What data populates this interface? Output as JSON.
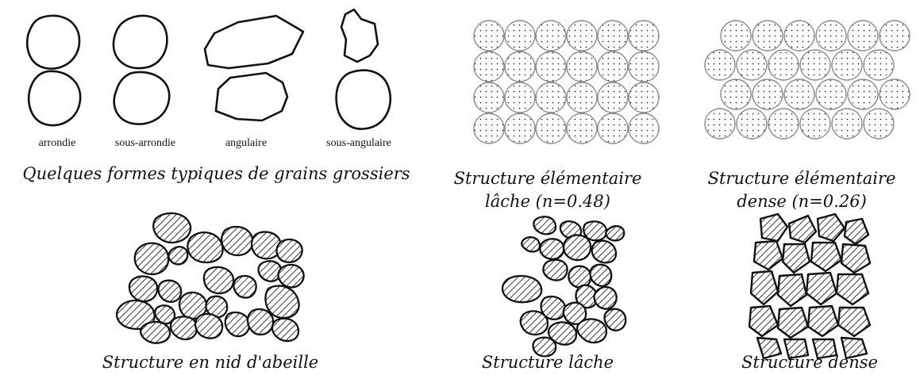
{
  "shape_labels": [
    "arrondie",
    "sous-arrondie",
    "angulaire",
    "sous-angulaire"
  ],
  "captions": {
    "grain_shapes": "Quelques formes typiques de grains grossiers",
    "elementary_loose_1": "Structure élémentaire",
    "elementary_loose_2": "lâche (n=0.48)",
    "elementary_dense_1": "Structure élémentaire",
    "elementary_dense_2": "dense (n=0.26)",
    "honeycomb": "Structure en nid d'abeille",
    "loose": "Structure lâche",
    "dense": "Structure dense"
  }
}
